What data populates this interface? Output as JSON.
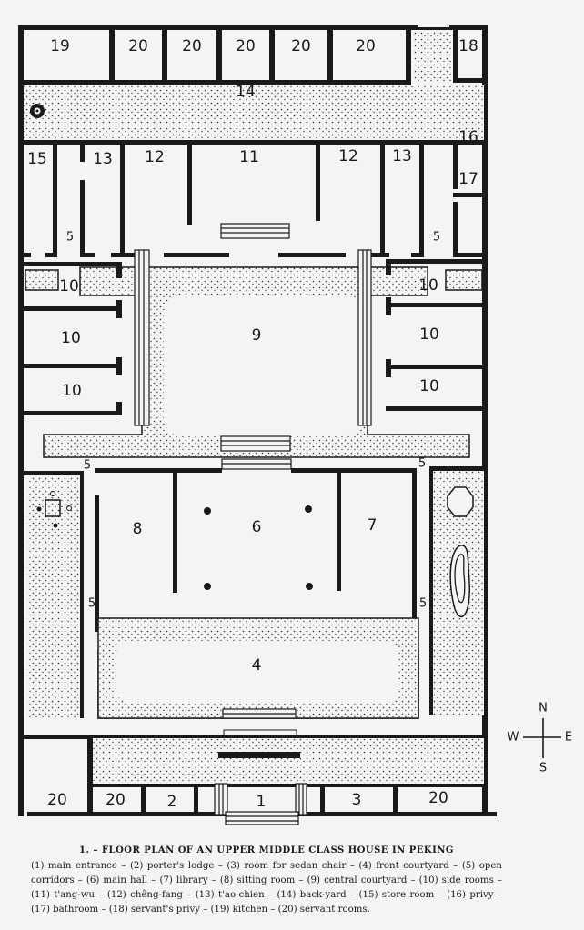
{
  "figure": {
    "title": "1. – FLOOR PLAN OF AN UPPER MIDDLE CLASS HOUSE IN PEKING",
    "legend_text": "(1) main entrance – (2) porter's lodge – (3) room for sedan chair – (4) front courtyard – (5) open corridors – (6) main hall – (7) library – (8) sitting room – (9) central courtyard – (10) side rooms – (11) t'ang-wu – (12) chêng-fang – (13) t'ao-chien – (14) back-yard – (15) store room – (16) privy – (17) bathroom – (18) servant's privy – (19) kitchen – (20) servant rooms.",
    "legend": [
      {
        "num": "1",
        "name": "main entrance"
      },
      {
        "num": "2",
        "name": "porter's lodge"
      },
      {
        "num": "3",
        "name": "room for sedan chair"
      },
      {
        "num": "4",
        "name": "front courtyard"
      },
      {
        "num": "5",
        "name": "open corridors"
      },
      {
        "num": "6",
        "name": "main hall"
      },
      {
        "num": "7",
        "name": "library"
      },
      {
        "num": "8",
        "name": "sitting room"
      },
      {
        "num": "9",
        "name": "central courtyard"
      },
      {
        "num": "10",
        "name": "side rooms"
      },
      {
        "num": "11",
        "name": "t'ang-wu"
      },
      {
        "num": "12",
        "name": "chêng-fang"
      },
      {
        "num": "13",
        "name": "t'ao-chien"
      },
      {
        "num": "14",
        "name": "back-yard"
      },
      {
        "num": "15",
        "name": "store room"
      },
      {
        "num": "16",
        "name": "privy"
      },
      {
        "num": "17",
        "name": "bathroom"
      },
      {
        "num": "18",
        "name": "servant's privy"
      },
      {
        "num": "19",
        "name": "kitchen"
      },
      {
        "num": "20",
        "name": "servant rooms"
      }
    ]
  },
  "plan": {
    "top_row": [
      "19",
      "20",
      "20",
      "20",
      "20",
      "20",
      "18"
    ],
    "backyard": "14",
    "north_rooms": [
      "15",
      "13",
      "12",
      "11",
      "12",
      "13",
      "16",
      "17"
    ],
    "corridor": "5",
    "central_courtyard": "9",
    "side_rooms": "10",
    "main_hall": "6",
    "library": "7",
    "sitting_room": "8",
    "front_courtyard": "4",
    "south_rooms": [
      "20",
      "20",
      "2",
      "1",
      "3",
      "20"
    ]
  },
  "compass": {
    "n": "N",
    "s": "S",
    "e": "E",
    "w": "W"
  }
}
